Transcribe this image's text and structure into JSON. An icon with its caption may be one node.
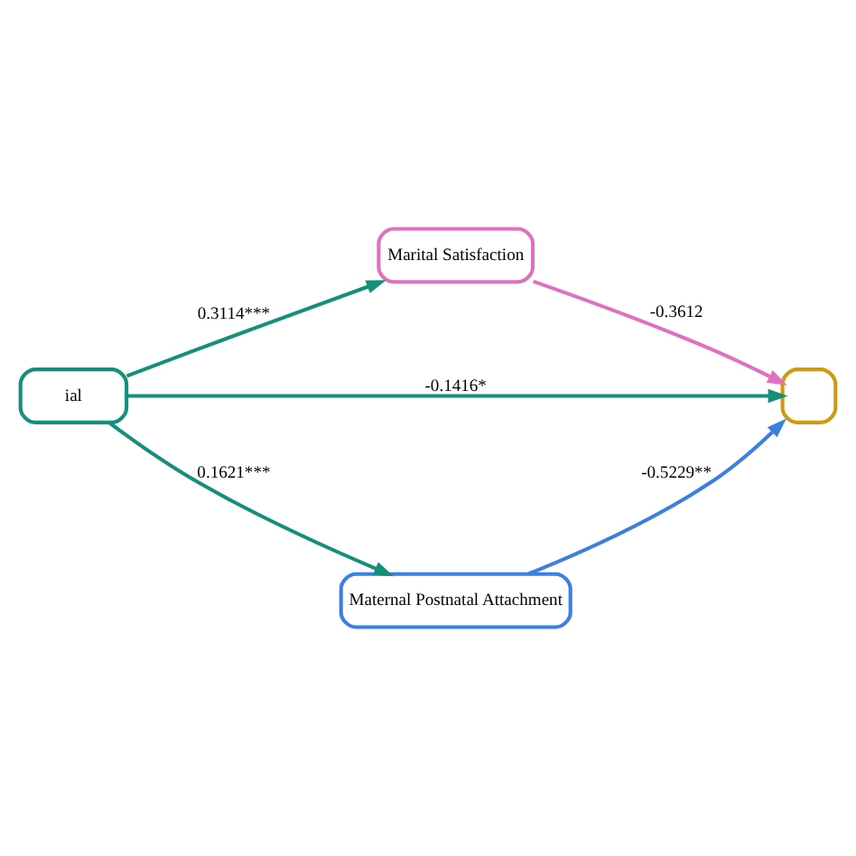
{
  "diagram": {
    "nodes": [
      {
        "text": [
          "Marital Satisfaction"
        ]
      },
      {
        "text": [
          "ial"
        ]
      },
      {
        "text": [],
        "shape": "box"
      },
      {
        "text": [
          "Maternal Postnatal Attachment"
        ]
      }
    ],
    "edges": [
      {
        "from": 1,
        "to": 0,
        "arrow": "to",
        "label": "0.3114***"
      },
      {
        "from": 1,
        "to": 2,
        "arrow": "to",
        "label": "-0.1416*"
      },
      {
        "from": 1,
        "to": 3,
        "arrow": "to",
        "label": "0.1621***"
      },
      {
        "from": 0,
        "to": 2,
        "arrow": "to",
        "label": "-0.3612",
        "color": "#e070c0"
      },
      {
        "from": 3,
        "to": 2,
        "arrow": "to",
        "label": "-0.5229**",
        "color": "#3a80e0"
      }
    ]
  }
}
